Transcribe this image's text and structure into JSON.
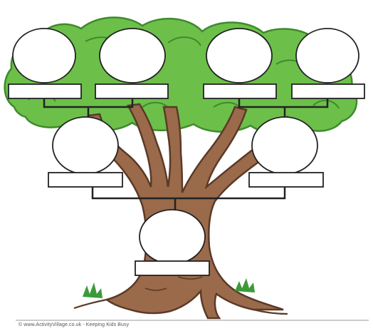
{
  "credit_text": "© www.ActivityVillage.co.uk - Keeping Kids Busy",
  "colors": {
    "foliage": "#6cc04a",
    "foliage_dark": "#3f8a2c",
    "trunk": "#9a6a4a",
    "trunk_dark": "#5a3a28",
    "grass": "#3c9a3a",
    "line": "#222222",
    "photo_fill": "#ffffff",
    "name_fill": "#ffffff"
  },
  "tree": {
    "generations": [
      {
        "level": "grandparents",
        "members": [
          {
            "role": "grandparent-1",
            "name": ""
          },
          {
            "role": "grandparent-2",
            "name": ""
          },
          {
            "role": "grandparent-3",
            "name": ""
          },
          {
            "role": "grandparent-4",
            "name": ""
          }
        ]
      },
      {
        "level": "parents",
        "members": [
          {
            "role": "parent-1",
            "name": ""
          },
          {
            "role": "parent-2",
            "name": ""
          }
        ]
      },
      {
        "level": "child",
        "members": [
          {
            "role": "child",
            "name": ""
          }
        ]
      }
    ]
  }
}
